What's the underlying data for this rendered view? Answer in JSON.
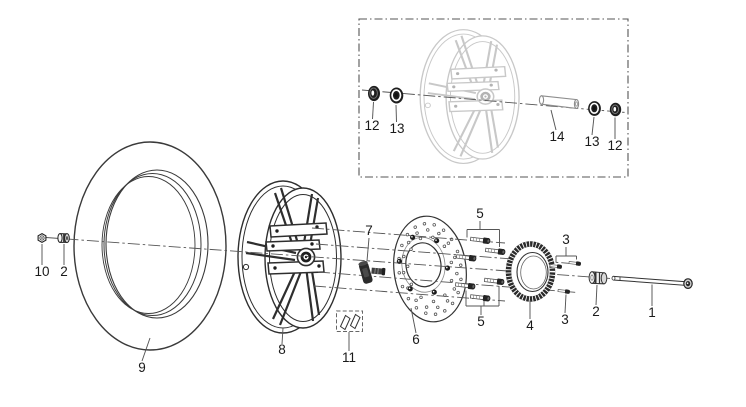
{
  "colors": {
    "line": "#2e2e2e",
    "ghost_line": "#c8c8c8",
    "label_text": "#1a1a1a",
    "leader_line": "#555555",
    "background": "#ffffff"
  },
  "main_view": {
    "callouts": {
      "axle_nut": "10",
      "front_spacer": "2",
      "tire": "9",
      "wheel_rim": "8",
      "valve_stem": "7",
      "balance_weight_kit": "11",
      "brake_disc": "6",
      "disc_bolts_upper": "5",
      "disc_bolts_lower": "5",
      "sensor_ring": "4",
      "ring_screws_upper": "3",
      "ring_screw_lower": "3",
      "axle_spacer": "2",
      "axle_shaft": "1"
    }
  },
  "inset_view": {
    "callouts": {
      "seal_left": "12",
      "bearing_left": "13",
      "spacer_tube": "14",
      "bearing_right": "13",
      "seal_right": "12"
    }
  }
}
